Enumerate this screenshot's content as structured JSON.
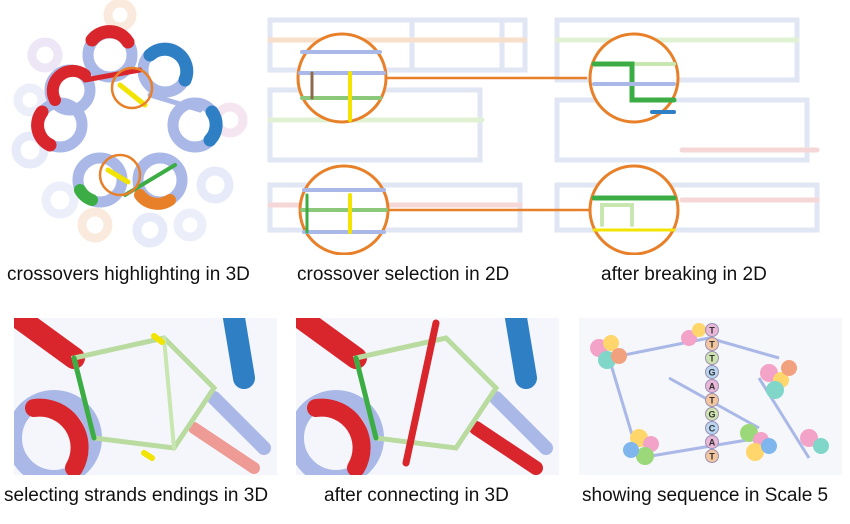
{
  "figure": {
    "captions": {
      "top_left": "crossovers highlighting in 3D",
      "top_middle": "crossover selection in 2D",
      "top_right": "after breaking in 2D",
      "bottom_left": "selecting strands endings in 3D",
      "bottom_middle": "after connecting in 3D",
      "bottom_right": "showing sequence in Scale 5"
    },
    "sequence_letters": [
      "T",
      "T",
      "T",
      "G",
      "A",
      "T",
      "G",
      "C",
      "A",
      "T"
    ],
    "colors": {
      "highlight_orange": "#e8802a",
      "strand_red": "#d8262c",
      "strand_blue": "#2f7fc4",
      "strand_green": "#3cac45",
      "strand_yellow": "#f2e400",
      "helix_lavender": "#a9b8e6",
      "helix_pale": "#c9d2ee"
    }
  }
}
